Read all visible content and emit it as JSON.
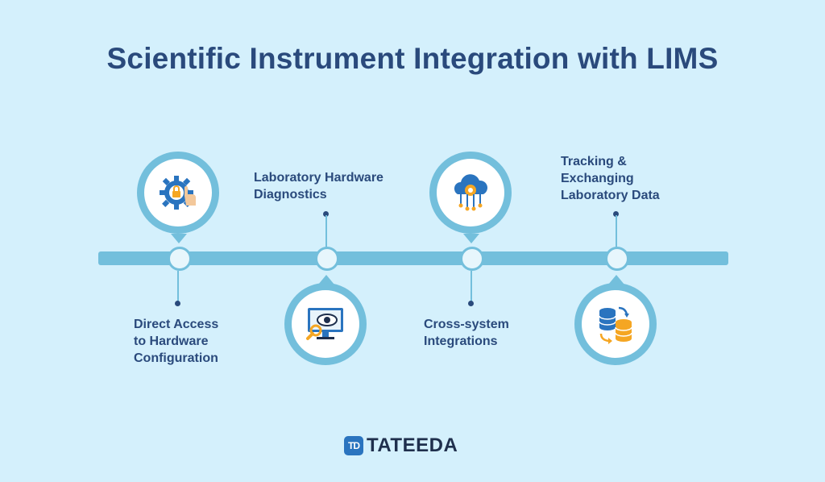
{
  "title": "Scientific Instrument Integration with LIMS",
  "steps": [
    {
      "label": "Direct Access\nto Hardware\nConfiguration",
      "icon": "gear-lock-hand-icon"
    },
    {
      "label": "Laboratory Hardware\nDiagnostics",
      "icon": "monitor-magnifier-icon"
    },
    {
      "label": "Cross-system\nIntegrations",
      "icon": "cloud-network-icon"
    },
    {
      "label": "Tracking &\nExchanging\nLaboratory Data",
      "icon": "database-sync-icon"
    }
  ],
  "brand": {
    "logo_mark": "TD",
    "name": "TATEEDA"
  },
  "colors": {
    "background": "#d4f0fc",
    "accent": "#73bfdc",
    "title": "#2a4a7c",
    "orange": "#f5a623"
  }
}
